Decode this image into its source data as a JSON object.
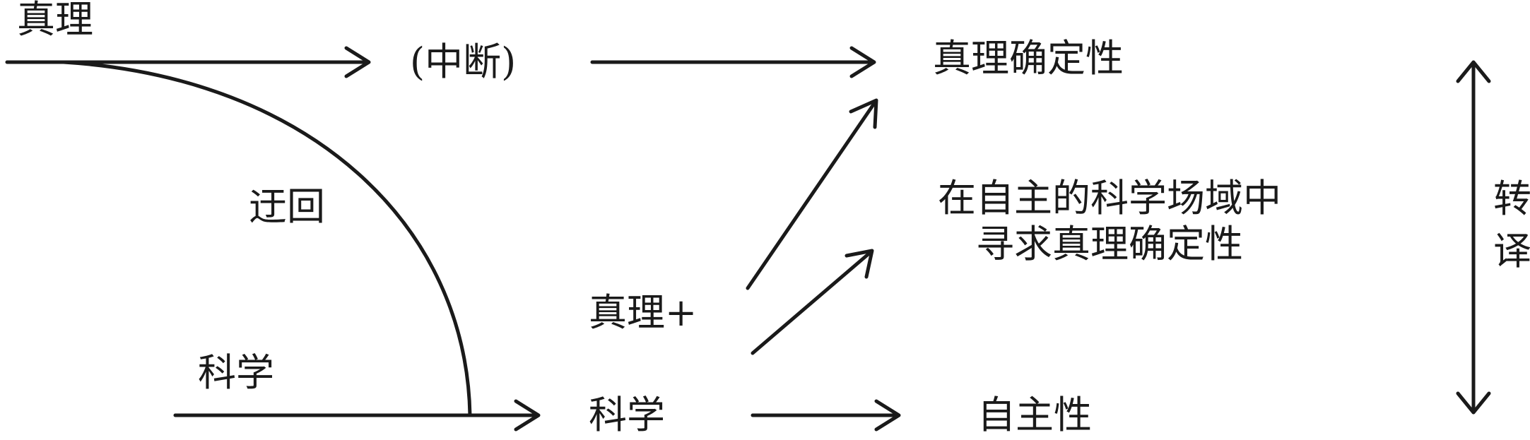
{
  "labels": {
    "truth_top": "真理",
    "interrupt": "(中断)",
    "truth_certainty": "真理确定性",
    "detour": "迂回",
    "seek_line1": "在自主的科学场域中",
    "seek_line2": "寻求真理确定性",
    "truth_plus": "真理+",
    "science_left": "科学",
    "science_mid": "科学",
    "autonomy": "自主性",
    "translate_char1": "转",
    "translate_char2": "译"
  },
  "colors": {
    "stroke": "#1a1a1a",
    "background": "#ffffff"
  }
}
